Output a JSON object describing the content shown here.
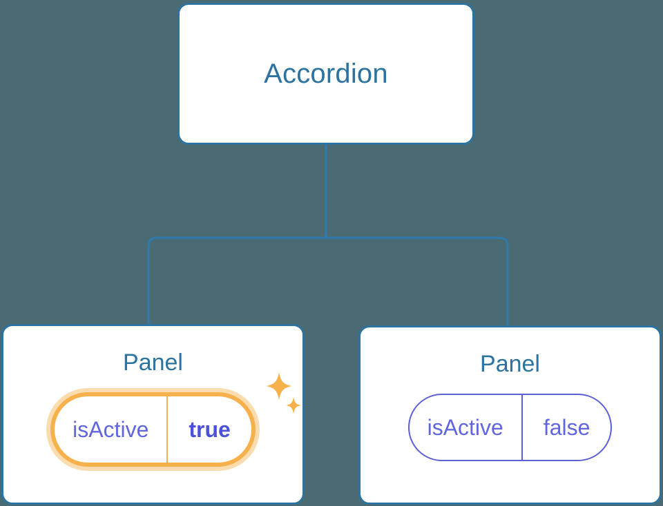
{
  "diagram": {
    "type": "component-tree",
    "background_color": "#4a6a74",
    "connector_color": "#2e7bad",
    "node_border_color": "#2c73a0",
    "node_title_color": "#2c73a0",
    "prop_color": "#6266dd",
    "highlight_color": "#f6b14c",
    "highlight_glow_color": "#fbdcaf",
    "root": {
      "title": "Accordion"
    },
    "children": [
      {
        "title": "Panel",
        "highlighted": true,
        "prop": {
          "key": "isActive",
          "value": "true"
        },
        "sparkle_icon": "sparkles-icon"
      },
      {
        "title": "Panel",
        "highlighted": false,
        "prop": {
          "key": "isActive",
          "value": "false"
        }
      }
    ]
  }
}
